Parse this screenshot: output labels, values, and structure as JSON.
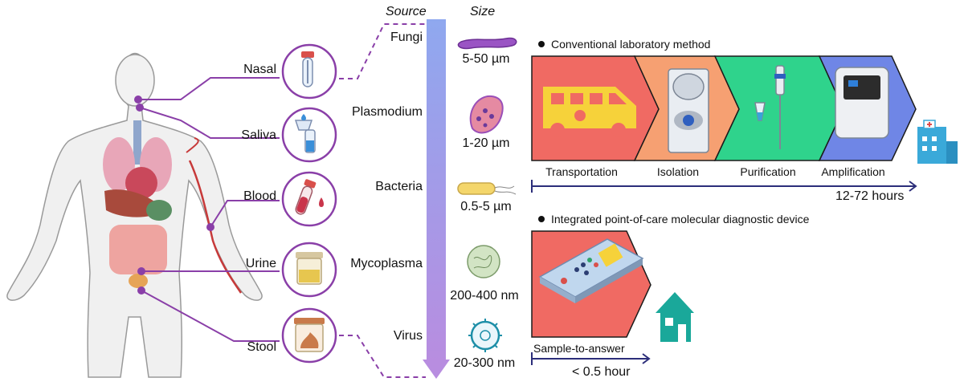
{
  "headers": {
    "source": "Source",
    "size": "Size"
  },
  "samples": [
    {
      "label": "Nasal"
    },
    {
      "label": "Saliva"
    },
    {
      "label": "Blood"
    },
    {
      "label": "Urine"
    },
    {
      "label": "Stool"
    }
  ],
  "pathogens": [
    {
      "name": "Fungi",
      "size": "5-50 µm"
    },
    {
      "name": "Plasmodium",
      "size": "1-20 µm"
    },
    {
      "name": "Bacteria",
      "size": "0.5-5 µm"
    },
    {
      "name": "Mycoplasma",
      "size": "200-400 nm"
    },
    {
      "name": "Virus",
      "size": "20-300 nm"
    }
  ],
  "conventional": {
    "title": "Conventional laboratory method",
    "steps": [
      {
        "label": "Transportation",
        "color": "#f06a63"
      },
      {
        "label": "Isolation",
        "color": "#f6a072"
      },
      {
        "label": "Purification",
        "color": "#2fd38c"
      },
      {
        "label": "Amplification",
        "color": "#6f86e6"
      }
    ],
    "time": "12-72 hours"
  },
  "poc": {
    "title": "Integrated point-of-care molecular diagnostic device",
    "step": {
      "label": "Sample-to-answer",
      "color": "#f06a63"
    },
    "time": "< 0.5 hour"
  },
  "colors": {
    "purple": "#8a3fa8",
    "arrow_top": "#8fa8ef",
    "arrow_bottom": "#b88de0",
    "timeline": "#2c2e7a",
    "teal": "#1aa89a"
  }
}
